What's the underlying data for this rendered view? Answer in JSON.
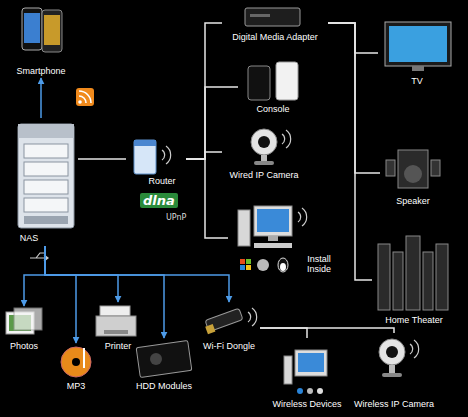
{
  "diagram": {
    "nodes": [
      {
        "text": [
          "Smartphone"
        ]
      },
      {
        "text": [
          "Digital Media Adapter"
        ]
      },
      {
        "text": [
          "TV"
        ]
      },
      {
        "text": [
          "Console"
        ]
      },
      {
        "text": [
          "NAS"
        ]
      },
      {
        "text": [
          "Router"
        ]
      },
      {
        "text": [
          "Wired IP Camera"
        ]
      },
      {
        "text": [
          "Speaker"
        ]
      },
      {
        "text": [
          "Install Inside"
        ]
      },
      {
        "text": [
          "Home Theater"
        ]
      },
      {
        "text": [
          "Photos"
        ]
      },
      {
        "text": [
          "Printer"
        ]
      },
      {
        "text": [
          "Wi-Fi Dongle"
        ]
      },
      {
        "text": [
          "MP3"
        ]
      },
      {
        "text": [
          "HDD Modules"
        ]
      },
      {
        "text": [
          "Wireless Devices"
        ]
      },
      {
        "text": [
          "Wireless IP Camera"
        ]
      }
    ],
    "edges": [
      {
        "from": 4,
        "to": 0,
        "arrow": "to"
      },
      {
        "from": 4,
        "to": 5,
        "arrow": "none"
      },
      {
        "from": 5,
        "to": 1,
        "arrow": "none"
      },
      {
        "from": 5,
        "to": 3,
        "arrow": "none"
      },
      {
        "from": 5,
        "to": 6,
        "arrow": "none"
      },
      {
        "from": 5,
        "to": 8,
        "arrow": "none"
      },
      {
        "from": 1,
        "to": 2,
        "arrow": "none"
      },
      {
        "from": 1,
        "to": 7,
        "arrow": "none"
      },
      {
        "from": 1,
        "to": 9,
        "arrow": "none"
      },
      {
        "from": 4,
        "to": 10,
        "arrow": "to"
      },
      {
        "from": 4,
        "to": 13,
        "arrow": "to"
      },
      {
        "from": 4,
        "to": 11,
        "arrow": "to"
      },
      {
        "from": 4,
        "to": 14,
        "arrow": "to"
      },
      {
        "from": 4,
        "to": 12,
        "arrow": "to"
      },
      {
        "from": 12,
        "to": 15,
        "arrow": "none"
      },
      {
        "from": 12,
        "to": 16,
        "arrow": "none"
      }
    ],
    "labels": [
      "dlna",
      "UPnP"
    ]
  }
}
